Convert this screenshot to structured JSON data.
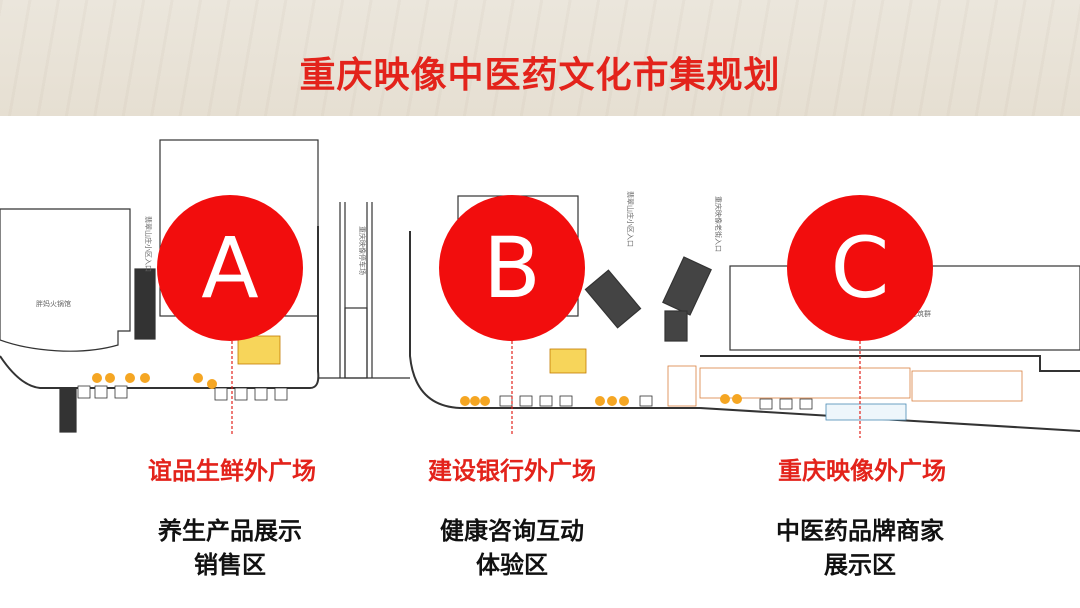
{
  "title": "重庆映像中医药文化市集规划",
  "plan_labels": {
    "restaurant": "胖妈火锅馆",
    "entrance_a": "翡翠山庄小区入口",
    "parking": "重庆映像停车场",
    "entrance_b": "翡翠山庄小区入口",
    "entrance_c": "重庆映像老街入口",
    "building": "建筑群"
  },
  "zones": [
    {
      "marker": "A",
      "location": "谊品生鲜外广场",
      "desc_line1": "养生产品展示",
      "desc_line2": "销售区"
    },
    {
      "marker": "B",
      "location": "建设银行外广场",
      "desc_line1": "健康咨询互动",
      "desc_line2": "体验区"
    },
    {
      "marker": "C",
      "location": "重庆映像外广场",
      "desc_line1": "中医药品牌商家",
      "desc_line2": "展示区"
    }
  ],
  "colors": {
    "accent": "#e3231b",
    "marker": "#f20d0d",
    "booth": "#f5a623"
  }
}
